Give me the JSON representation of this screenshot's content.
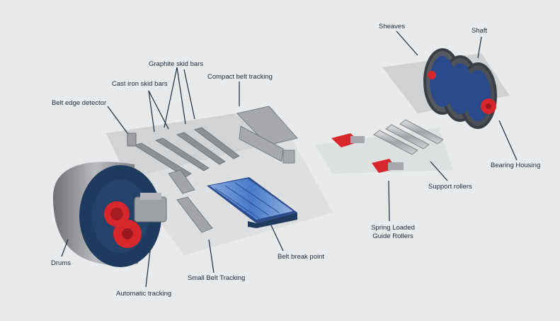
{
  "labels": {
    "sheaves": "Sheaves",
    "shaft": "Shaft",
    "graphite_skid_bars": "Graphite skid bars",
    "cast_iron_skid_bars": "Cast iron skid bars",
    "compact_belt_tracking": "Compact belt tracking",
    "belt_edge_detector": "Belt edge detector",
    "bearing_housing": "Bearing Housing",
    "support_rollers": "Support rollers",
    "spring_loaded_guide_rollers_line1": "Spring Loaded",
    "spring_loaded_guide_rollers_line2": "Guide Rollers",
    "belt_break_point": "Belt break point",
    "drums": "Drums",
    "small_belt_tracking": "Small Belt Tracking",
    "automatic_tracking": "Automatic tracking"
  },
  "colors": {
    "background": "#e8eaeb",
    "belt": "#c9cbcd",
    "drum_steel": "#9a9c9e",
    "drum_face": "#1e3a5f",
    "accent_red": "#d8262d",
    "roller_blue": "#4a7fd0",
    "label_text": "#1e2a3a"
  }
}
